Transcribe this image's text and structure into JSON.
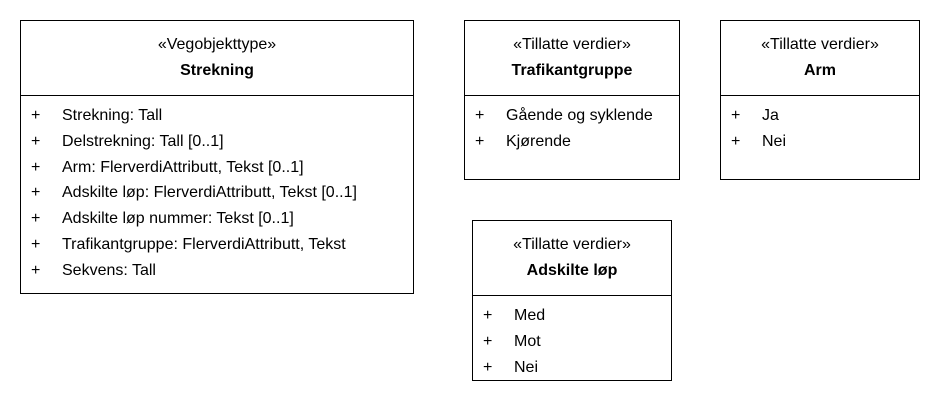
{
  "classes": {
    "strekning": {
      "stereotype": "«Vegobjekttype»",
      "name": "Strekning",
      "attributes": [
        {
          "vis": "+",
          "text": "Strekning: Tall"
        },
        {
          "vis": "+",
          "text": "Delstrekning: Tall [0..1]"
        },
        {
          "vis": "+",
          "text": "Arm: FlerverdiAttributt, Tekst [0..1]"
        },
        {
          "vis": "+",
          "text": "Adskilte løp: FlerverdiAttributt, Tekst [0..1]"
        },
        {
          "vis": "+",
          "text": "Adskilte løp nummer: Tekst [0..1]"
        },
        {
          "vis": "+",
          "text": "Trafikantgruppe: FlerverdiAttributt, Tekst"
        },
        {
          "vis": "+",
          "text": "Sekvens: Tall"
        }
      ]
    },
    "trafikantgruppe": {
      "stereotype": "«Tillatte verdier»",
      "name": "Trafikantgruppe",
      "values": [
        {
          "vis": "+",
          "text": "Gående og syklende"
        },
        {
          "vis": "+",
          "text": "Kjørende"
        }
      ]
    },
    "arm": {
      "stereotype": "«Tillatte verdier»",
      "name": "Arm",
      "values": [
        {
          "vis": "+",
          "text": "Ja"
        },
        {
          "vis": "+",
          "text": "Nei"
        }
      ]
    },
    "adskilte_lop": {
      "stereotype": "«Tillatte verdier»",
      "name": "Adskilte løp",
      "values": [
        {
          "vis": "+",
          "text": "Med"
        },
        {
          "vis": "+",
          "text": "Mot"
        },
        {
          "vis": "+",
          "text": "Nei"
        }
      ]
    }
  }
}
